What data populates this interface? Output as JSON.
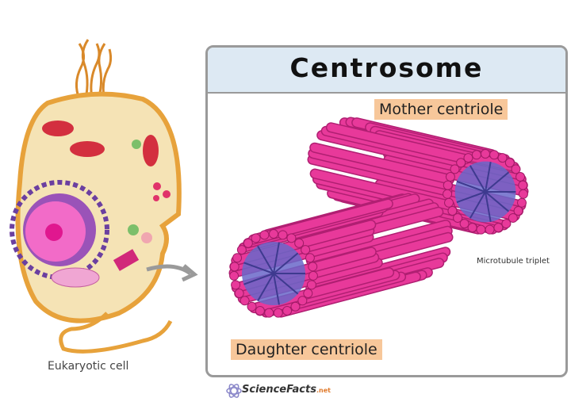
{
  "title": "Centrosome",
  "labels": {
    "mother": "Mother centriole",
    "daughter": "Daughter centriole",
    "triplet": "Microtubule triplet",
    "cell": "Eukaryotic cell"
  },
  "logo": {
    "name": "ScienceFacts",
    "suffix": ".net"
  },
  "colors": {
    "microtubule": "#e8399a",
    "hub": "#6a67c9",
    "header": "#dde9f3",
    "tag": "#f7c79a",
    "cytoplasm": "#f5e3b5",
    "membrane": "#e7a23b"
  }
}
